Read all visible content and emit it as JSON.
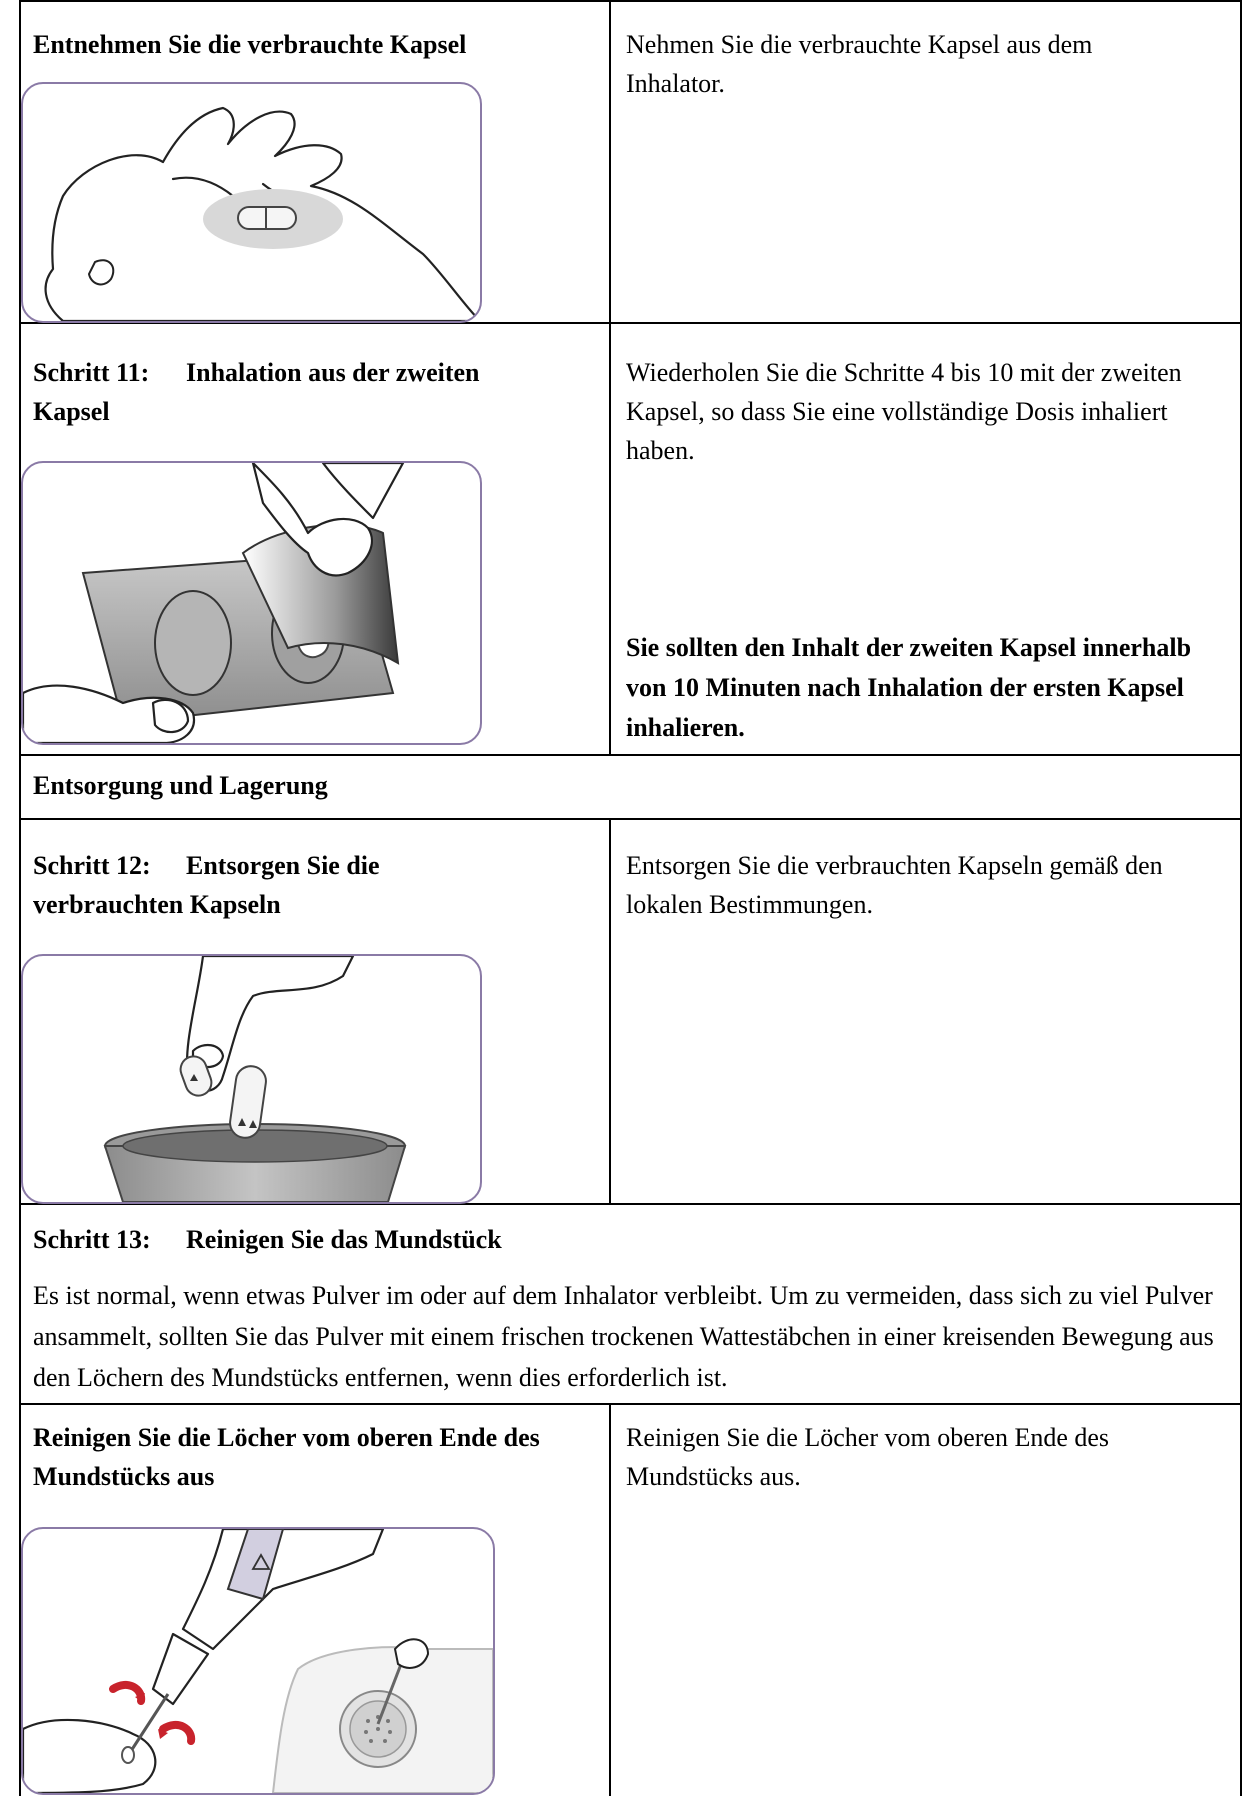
{
  "rows": {
    "r1": {
      "left_title": "Entnehmen Sie die verbrauchte Kapsel",
      "right_text": "Nehmen Sie die verbrauchte Kapsel aus dem Inhalator.",
      "image_icon": "hand-holding-capsule"
    },
    "r2": {
      "step_label": "Schritt 11:",
      "step_title_part1": "Inhalation aus der zweiten",
      "step_title_part2": "Kapsel",
      "right_text": "Wiederholen Sie die Schritte 4 bis 10 mit der zweiten Kapsel, so dass Sie eine vollständige Dosis inhaliert haben.",
      "right_bold": "Sie sollten den Inhalt der zweiten Kapsel innerhalb von 10 Minuten nach Inhalation der ersten Kapsel inhalieren.",
      "image_icon": "peeling-blister-pack"
    },
    "section": {
      "title": "Entsorgung und Lagerung"
    },
    "r3": {
      "step_label": "Schritt 12:",
      "step_title_part1": "Entsorgen Sie die",
      "step_title_part2": "verbrauchten Kapseln",
      "right_text": "Entsorgen Sie die verbrauchten Kapseln gemäß den lokalen Bestimmungen.",
      "image_icon": "capsule-into-bin"
    },
    "r4": {
      "step_label": "Schritt 13:",
      "step_title": "Reinigen Sie das Mundstück",
      "body": "Es ist normal, wenn etwas Pulver im oder auf dem Inhalator verbleibt. Um zu vermeiden, dass sich zu viel Pulver ansammelt, sollten Sie das Pulver mit einem frischen trockenen Wattestäbchen in einer kreisenden Bewegung aus den Löchern des Mundstücks entfernen, wenn dies erforderlich ist."
    },
    "r5": {
      "left_title": "Reinigen Sie die Löcher vom oberen Ende des Mundstücks aus",
      "right_text": "Reinigen Sie die Löcher vom oberen Ende des Mundstücks aus.",
      "image_icon": "cleaning-mouthpiece-with-swab"
    }
  },
  "colors": {
    "frame": "#8a7aa6",
    "arrow": "#c8232c",
    "line": "#000000"
  }
}
